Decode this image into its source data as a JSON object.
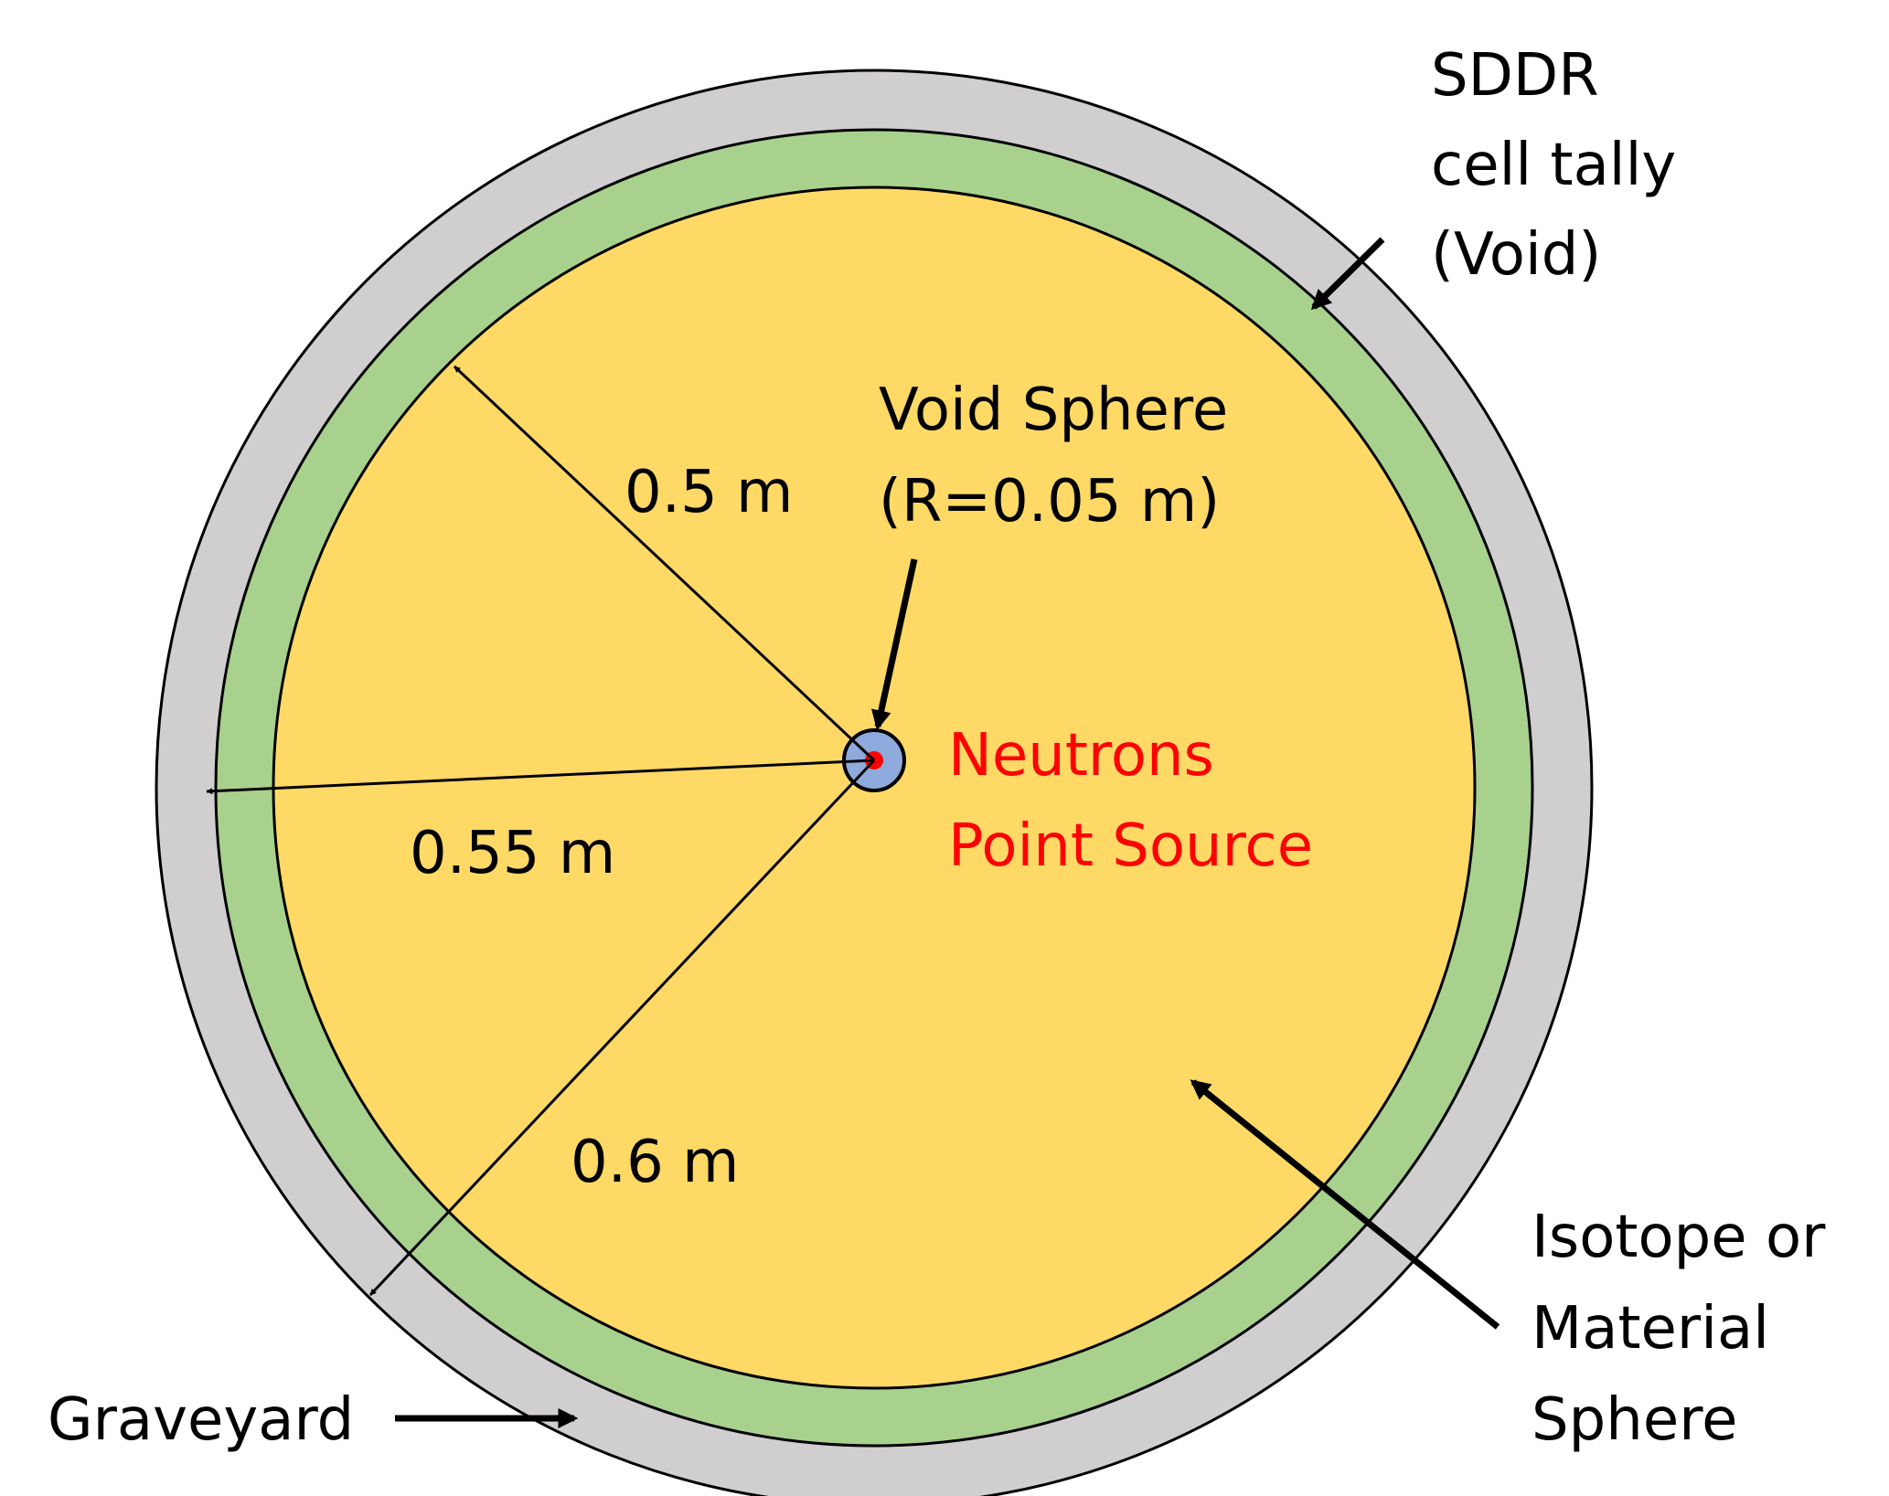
{
  "labels": {
    "sddr_line1": "SDDR",
    "sddr_line2": "cell tally",
    "sddr_line3": "(Void)",
    "void_sphere_line1": "Void Sphere",
    "void_sphere_line2": "(R=0.05 m)",
    "radius_inner": "0.5 m",
    "radius_middle": "0.55 m",
    "radius_outer": "0.6 m",
    "source_line1": "Neutrons",
    "source_line2": "Point Source",
    "material_line1": "Isotope or",
    "material_line2": "Material",
    "material_line3": "Sphere",
    "graveyard": "Graveyard"
  },
  "colors": {
    "graveyard_fill": "#d0cece",
    "tally_fill": "#a9d18e",
    "material_fill": "#ffd966",
    "void_sphere_fill": "#8faadc",
    "source_point": "#ff0000",
    "source_text": "#ff0000",
    "outline": "#000000"
  }
}
